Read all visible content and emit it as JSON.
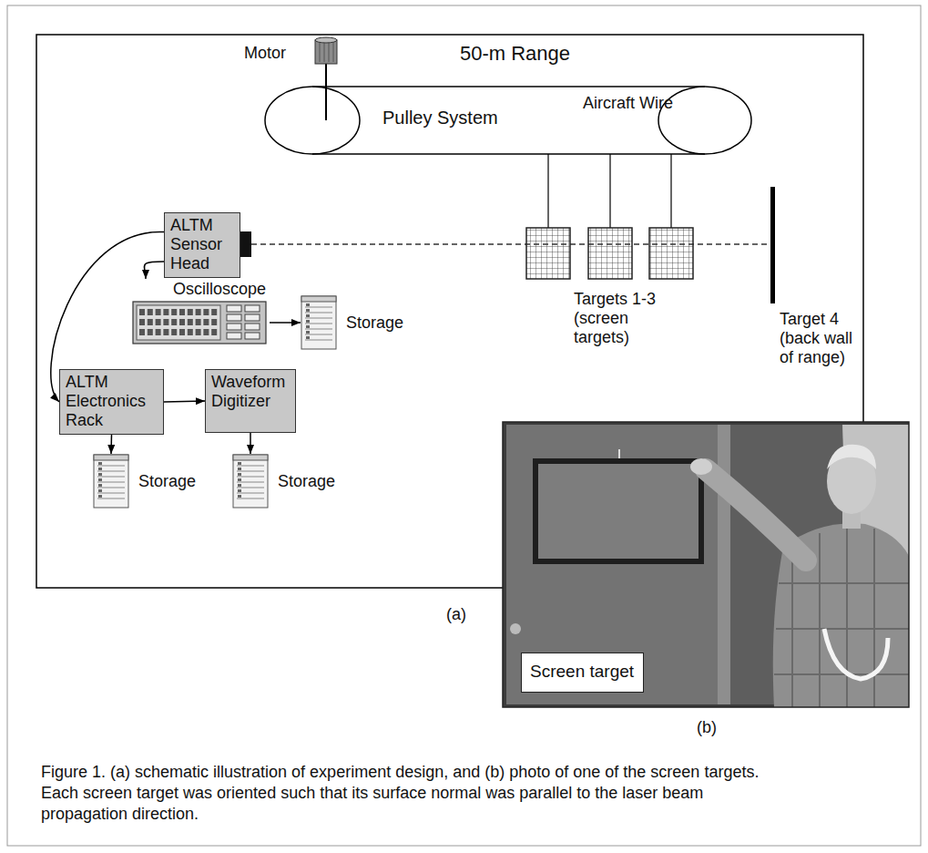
{
  "diagram": {
    "caption": "Figure 1. (a) schematic illustration of experiment design, and (b) photo of one of the screen targets. Each screen target was oriented such that its surface normal was parallel to the laser beam propagation direction.",
    "nodes": [
      {
        "text": [
          "Pulley System"
        ]
      },
      {
        "text": [
          "ALTM Sensor Head"
        ]
      },
      {
        "text": [
          "Oscilloscope"
        ]
      },
      {
        "text": [
          "Storage"
        ]
      },
      {
        "text": [
          "ALTM Electronics Rack"
        ]
      },
      {
        "text": [
          "Waveform Digitizer"
        ]
      },
      {
        "text": [
          "Storage"
        ]
      },
      {
        "text": [
          "Storage"
        ]
      },
      {
        "text": [
          "Screen target"
        ]
      }
    ],
    "edges": [
      {
        "from": 1,
        "to": 2,
        "arrow": "to"
      },
      {
        "from": 1,
        "to": 4,
        "arrow": "to"
      },
      {
        "from": 2,
        "to": 3,
        "arrow": "to"
      },
      {
        "from": 4,
        "to": 5,
        "arrow": "to"
      },
      {
        "from": 4,
        "to": 6,
        "arrow": "to"
      },
      {
        "from": 5,
        "to": 7,
        "arrow": "to"
      }
    ],
    "labels": [
      "Motor",
      "50-m Range",
      "Aircraft Wire",
      "Targets 1-3 (screen targets)",
      "Target 4 (back wall of range)",
      "(a)",
      "(b)"
    ]
  }
}
